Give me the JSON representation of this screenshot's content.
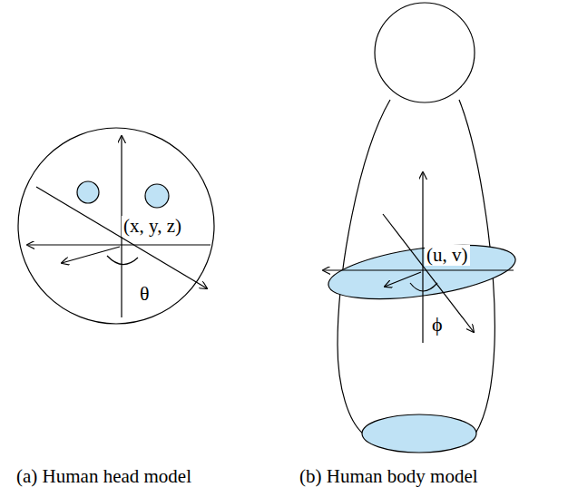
{
  "diagram": {
    "labels": [
      "(x, y, z)",
      "θ",
      "(u, v)",
      "ϕ",
      "(a) Human head model",
      "(b) Human body model"
    ]
  }
}
